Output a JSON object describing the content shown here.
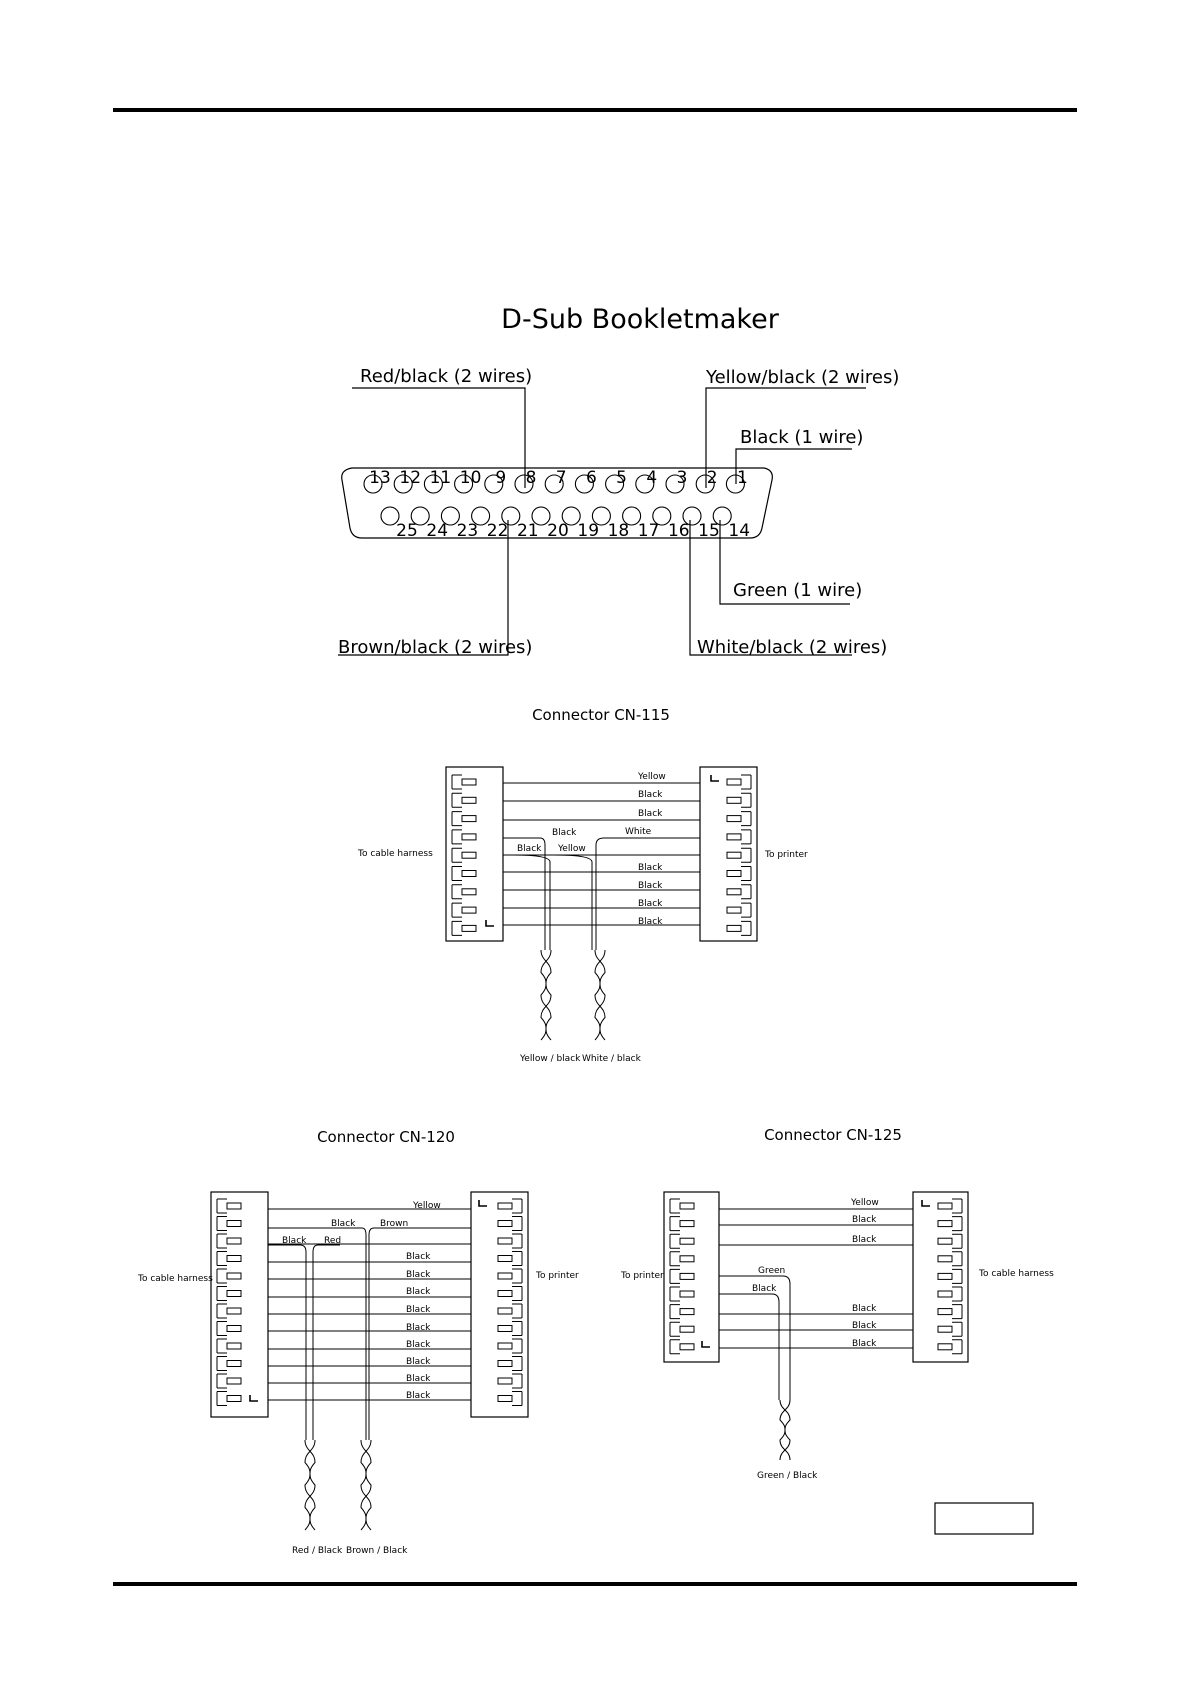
{
  "page": {
    "title": "D-Sub Bookletmaker",
    "empty_box_label": ""
  },
  "dsub": {
    "top_pins": [
      "13",
      "12",
      "11",
      "10",
      "9",
      "8",
      "7",
      "6",
      "5",
      "4",
      "3",
      "2",
      "1"
    ],
    "bottom_pins": [
      "25",
      "24",
      "23",
      "22",
      "21",
      "20",
      "19",
      "18",
      "17",
      "16",
      "15",
      "14"
    ],
    "callouts": {
      "red_black": "Red/black (2 wires)",
      "yellow_black": "Yellow/black (2 wires)",
      "black": "Black (1 wire)",
      "green": "Green (1 wire)",
      "brown_black": "Brown/black (2 wires)",
      "white_black": "White/black (2 wires)"
    }
  },
  "cn115": {
    "title": "Connector CN-115",
    "left_label": "To cable harness",
    "right_label": "To printer",
    "wire_labels": [
      "Yellow",
      "Black",
      "Black",
      "Black",
      "White",
      "Black",
      "Yellow",
      "Black",
      "Black",
      "Black",
      "Black"
    ],
    "twists": [
      "Yellow / black",
      "White / black"
    ]
  },
  "cn120": {
    "title": "Connector CN-120",
    "left_label": "To cable harness",
    "right_label": "To printer",
    "wire_labels": [
      "Yellow",
      "Black",
      "Brown",
      "Black",
      "Red",
      "Black",
      "Black",
      "Black",
      "Black",
      "Black",
      "Black",
      "Black",
      "Black",
      "Black"
    ],
    "twists": [
      "Red / Black",
      "Brown / Black"
    ]
  },
  "cn125": {
    "title": "Connector CN-125",
    "left_label": "To printer",
    "right_label": "To cable harness",
    "wire_labels": [
      "Yellow",
      "Black",
      "Black",
      "Green",
      "Black",
      "Black",
      "Black",
      "Black"
    ],
    "twists": [
      "Green / Black"
    ]
  }
}
